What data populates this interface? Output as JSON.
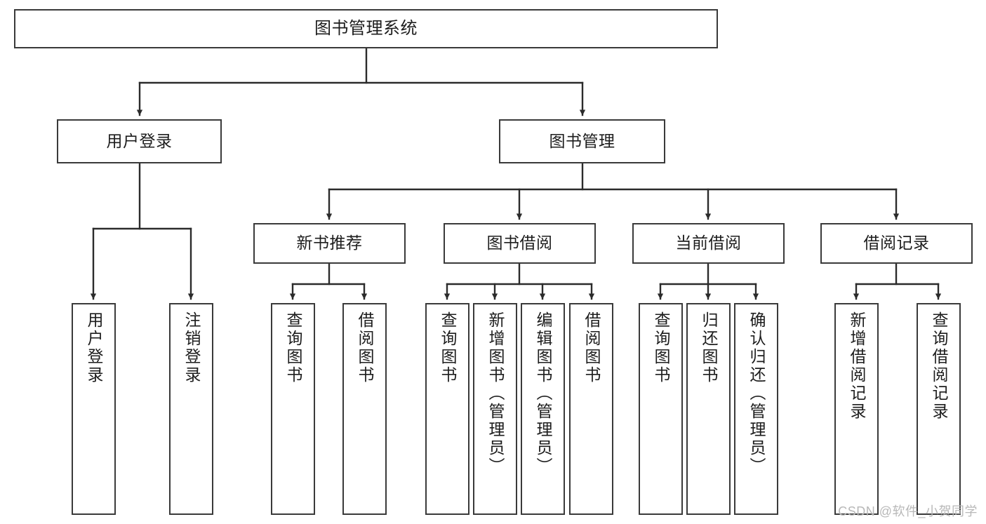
{
  "diagram": {
    "title": "图书管理系统",
    "type": "tree-hierarchy",
    "watermark": "CSDN @软件_小贺同学",
    "colors": {
      "box_border": "#3a3a3a",
      "box_fill": "#ffffff",
      "edge": "#2b2b2b",
      "text": "#1d1d1d",
      "watermark": "#b8b8b8",
      "background": "#ffffff"
    },
    "nodes": {
      "root": {
        "label": "图书管理系统"
      },
      "level2": [
        {
          "label": "用户登录"
        },
        {
          "label": "图书管理"
        }
      ],
      "level3": [
        {
          "label": "新书推荐"
        },
        {
          "label": "图书借阅"
        },
        {
          "label": "当前借阅"
        },
        {
          "label": "借阅记录"
        }
      ],
      "leaves": {
        "user_login": [
          {
            "label": "用户登录"
          },
          {
            "label": "注销登录"
          }
        ],
        "new_book_recommend": [
          {
            "label": "查询图书"
          },
          {
            "label": "借阅图书"
          }
        ],
        "book_borrow": [
          {
            "label": "查询图书"
          },
          {
            "label": "新增图书（管理员）"
          },
          {
            "label": "编辑图书（管理员）"
          },
          {
            "label": "借阅图书"
          }
        ],
        "current_borrow": [
          {
            "label": "查询图书"
          },
          {
            "label": "归还图书"
          },
          {
            "label": "确认归还（管理员）"
          }
        ],
        "borrow_record": [
          {
            "label": "新增借阅记录"
          },
          {
            "label": "查询借阅记录"
          }
        ]
      }
    }
  }
}
